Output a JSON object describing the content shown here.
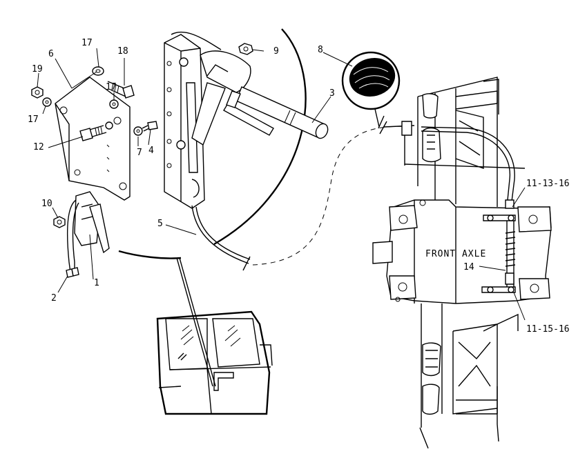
{
  "callouts": {
    "c1": "1",
    "c2": "2",
    "c3": "3",
    "c4": "4",
    "c5": "5",
    "c6": "6",
    "c7": "7",
    "c8": "8",
    "c9": "9",
    "c10": "10",
    "c12": "12",
    "c14": "14",
    "c17a": "17",
    "c17b": "17",
    "c17c": "17",
    "c18": "18",
    "c19": "19",
    "c11_13_16": "11-13-16",
    "c11_15_16": "11-15-16"
  },
  "axle_label": "FRONT AXLE"
}
